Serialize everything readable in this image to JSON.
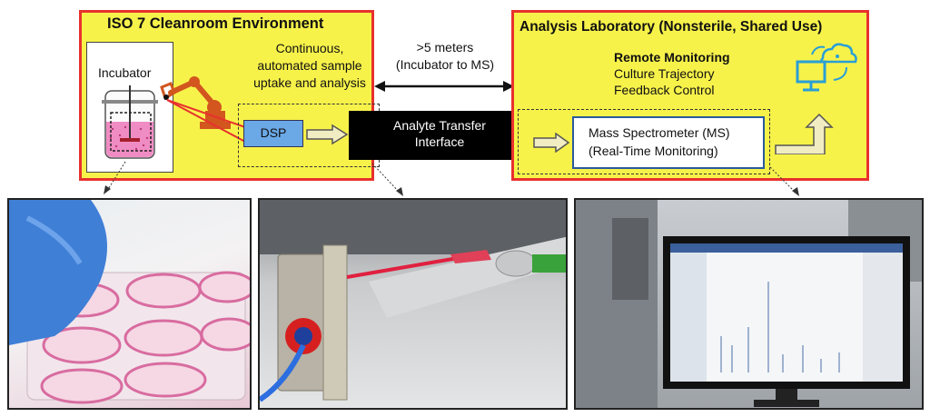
{
  "left_panel": {
    "title": "ISO 7 Cleanroom Environment",
    "incubator_label": "Incubator",
    "process_lines": [
      "Continuous,",
      "automated sample",
      "uptake and analysis"
    ],
    "dsp_label": "DSP"
  },
  "distance_label": [
    ">5 meters",
    "(Incubator to MS)"
  ],
  "transfer_interface": [
    "Analyte Transfer",
    "Interface"
  ],
  "right_panel": {
    "title": "Analysis Laboratory (Nonsterile, Shared Use)",
    "remote_heading": "Remote Monitoring",
    "remote_items": [
      "Culture Trajectory",
      "Feedback Control"
    ],
    "ms_lines": [
      "Mass Spectrometer (MS)",
      "(Real-Time Monitoring)"
    ]
  },
  "colors": {
    "panel_fill": "#f7f24a",
    "panel_border": "#e8312e",
    "dsp_fill": "#6aa8e6",
    "interface_fill": "#000000",
    "robot_arm": "#d2561e",
    "cloud_icon": "#2a9fd6"
  },
  "icons": [
    "incubator-flask-icon",
    "robotic-arm-icon",
    "cloud-computer-icon"
  ]
}
